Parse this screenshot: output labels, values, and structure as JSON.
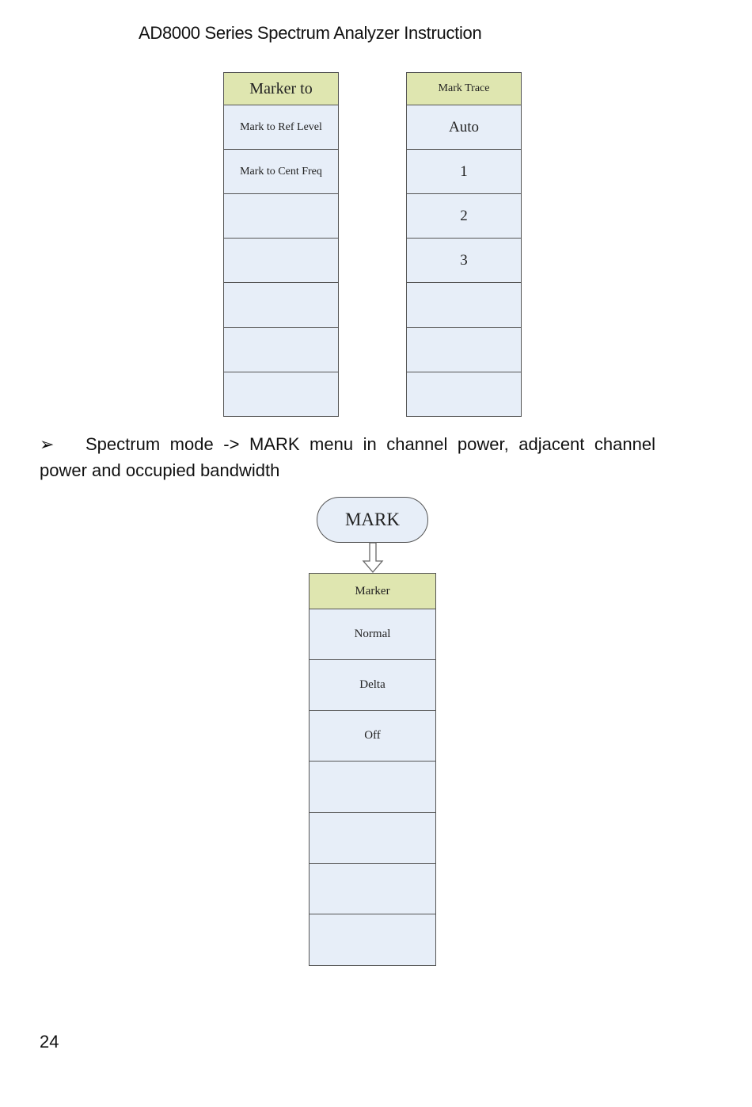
{
  "header": {
    "title": "AD8000 Series Spectrum Analyzer Instruction"
  },
  "marker_to_menu": {
    "title": "Marker to",
    "items": [
      "Mark to Ref Level",
      "Mark to Cent Freq",
      "",
      "",
      "",
      "",
      ""
    ]
  },
  "mark_trace_menu": {
    "title": "Mark Trace",
    "items": [
      "Auto",
      "1",
      "2",
      "3",
      "",
      "",
      ""
    ]
  },
  "bullet": {
    "symbol": "➢",
    "text": "Spectrum mode -> MARK menu in channel power, adjacent channel power and occupied bandwidth"
  },
  "mark_key": {
    "label": "MARK"
  },
  "marker_menu": {
    "title": "Marker",
    "items": [
      "Normal",
      "Delta",
      "Off",
      "",
      "",
      "",
      ""
    ]
  },
  "colors": {
    "menu_header": "#dfe6b0",
    "menu_cell": "#e7eef8",
    "border": "#555555"
  },
  "footer": {
    "page_number": "24"
  }
}
